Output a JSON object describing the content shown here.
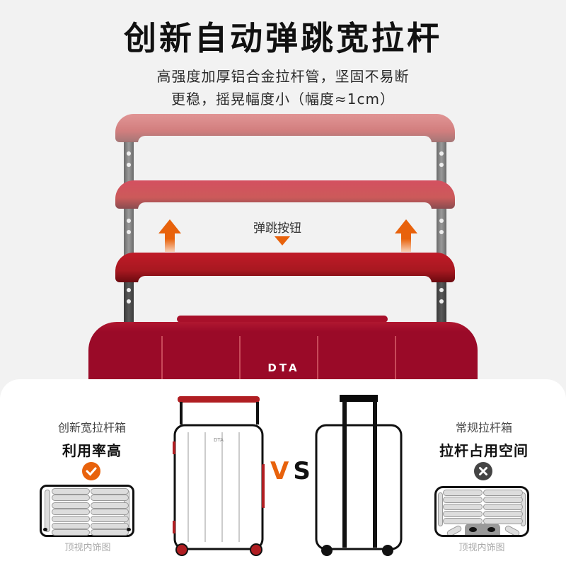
{
  "header": {
    "title": "创新自动弹跳宽拉杆",
    "subtitle_line1": "高强度加厚铝合金拉杆管，坚固不易断",
    "subtitle_line2": "更稳，摇晃幅度小（幅度≈1cm）"
  },
  "product": {
    "button_label": "弹跳按钮",
    "brand_logo": "DTA",
    "arrow_icon": "arrow-up-icon",
    "handle_color_top": "#d98080",
    "handle_color_mid": "#cc5555",
    "handle_color_bottom": "#b01a28",
    "body_color": "#9a0a28",
    "accent_orange": "#e8620c"
  },
  "comparison": {
    "vs_v": "V",
    "vs_s": "S",
    "left": {
      "title": "创新宽拉杆箱",
      "headline": "利用率高",
      "status_icon": "check-icon",
      "status_color": "#e8620c",
      "caption": "顶视内饰图",
      "logo": "DTA"
    },
    "right": {
      "title": "常规拉杆箱",
      "headline": "拉杆占用空间",
      "status_icon": "close-icon",
      "status_color": "#444444",
      "caption": "顶视内饰图"
    }
  }
}
